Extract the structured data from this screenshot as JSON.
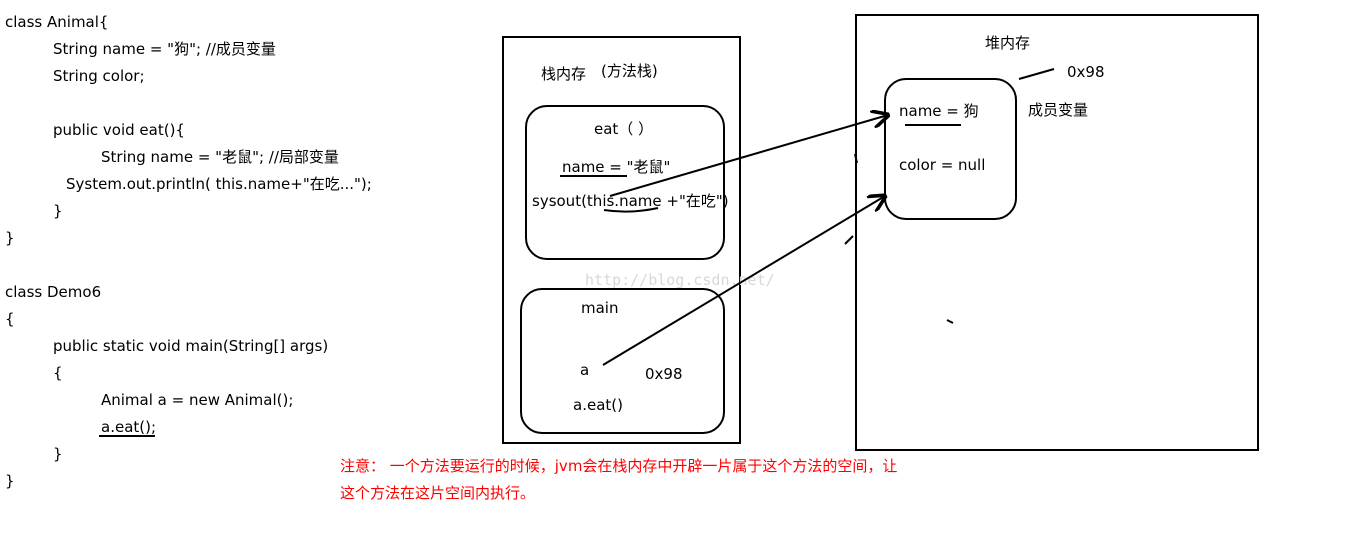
{
  "code": {
    "lines": [
      "class Animal{",
      "String name = \"狗\";  //成员变量",
      "String color;",
      "public void eat(){",
      "String name = \"老鼠\"; //局部变量",
      "System.out.println( this.name+\"在吃...\");",
      "}",
      "}",
      "class Demo6",
      "{",
      "public static void main(String[] args)",
      "{",
      "Animal a = new Animal();",
      "a.eat();",
      "}",
      "}"
    ]
  },
  "stack": {
    "title": "栈内存",
    "subtitle": "(方法栈)",
    "eat_frame": {
      "title": "eat（  ）",
      "local_var": "name  =  \"老鼠\"",
      "sysout": "sysout(this.name +\"在吃\")"
    },
    "main_frame": {
      "title": "main",
      "var_name": "a",
      "address": "0x98",
      "call": "a.eat()"
    }
  },
  "heap": {
    "title": "堆内存",
    "address": "0x98",
    "member_label": "成员变量",
    "object": {
      "field1": "name = 狗",
      "field2": "color = null"
    }
  },
  "note": {
    "line1": "注意：  一个方法要运行的时候，jvm会在栈内存中开辟一片属于这个方法的空间，让",
    "line2": "这个方法在这片空间内执行。"
  },
  "watermark": "http://blog.csdn.net/",
  "colors": {
    "note": "#ff0000",
    "ink": "#000000",
    "watermark": "#d8d8d8"
  }
}
